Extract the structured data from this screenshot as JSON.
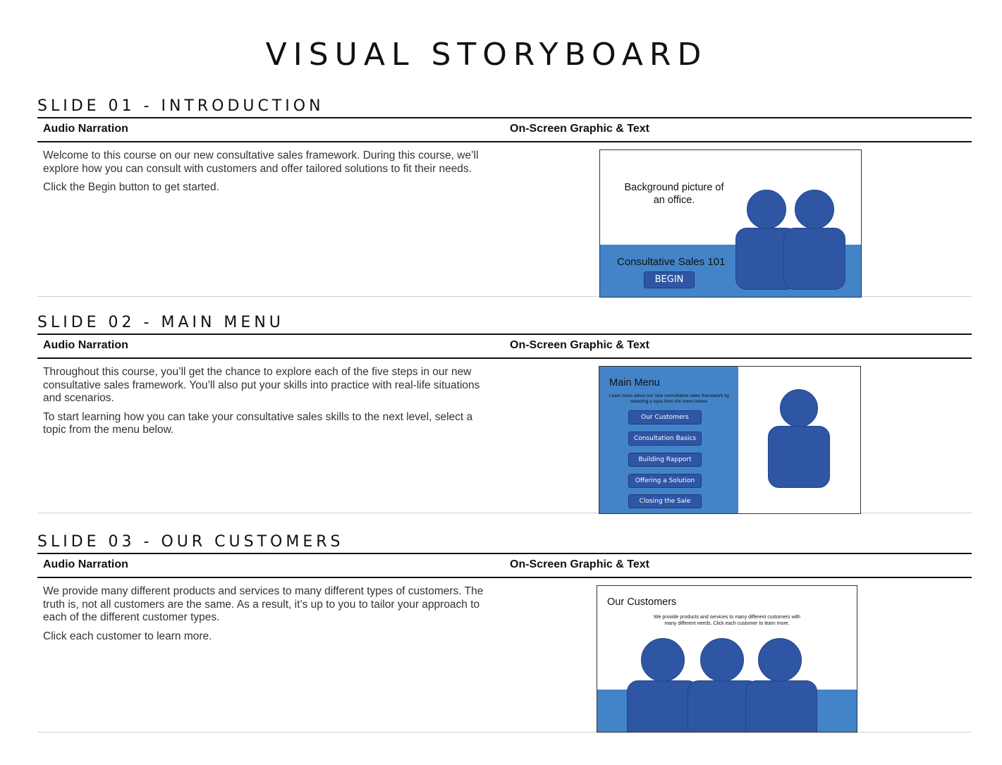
{
  "title": "VISUAL STORYBOARD",
  "colors": {
    "accent_band": "#4384c9",
    "figure_fill": "#2e56a4"
  },
  "slides": [
    {
      "heading": "SLIDE 01 - INTRODUCTION",
      "col_left": "Audio Narration",
      "col_right": "On-Screen Graphic & Text",
      "narration": [
        "Welcome to this course on our new consultative sales framework. During this course, we’ll explore how you can consult with customers and offer tailored solutions to fit their needs.",
        "Click the Begin button to get started."
      ],
      "mockup": {
        "bg_note": "Background picture of an office.",
        "course_title": "Consultative Sales 101",
        "begin_label": "BEGIN"
      }
    },
    {
      "heading": "SLIDE 02 - MAIN MENU",
      "col_left": "Audio Narration",
      "col_right": "On-Screen Graphic & Text",
      "narration": [
        "Throughout this course, you’ll get the chance to explore each of the five steps in our new consultative sales framework. You’ll also put your skills into practice with real-life situations and scenarios.",
        "To start learning how you can take your consultative sales skills to the next level, select a topic from the menu below."
      ],
      "mockup": {
        "menu_title": "Main Menu",
        "menu_text": "Learn more about our new consultative sales framework by selecting a topic from the menu below.",
        "menu_items": [
          "Our Customers",
          "Consultation Basics",
          "Building Rapport",
          "Offering a Solution",
          "Closing the Sale"
        ]
      }
    },
    {
      "heading": "SLIDE 03 - OUR CUSTOMERS",
      "col_left": "Audio Narration",
      "col_right": "On-Screen Graphic & Text",
      "narration": [
        "We provide many different products and services to many different types of customers. The truth is, not all customers are the same. As a result, it’s up to you to tailor your approach to each of the different customer types.",
        "Click each customer to learn more."
      ],
      "mockup": {
        "screen_title": "Our Customers",
        "screen_text": "We provide products and services to many different customers with many different needs. Click each customer to learn more."
      }
    }
  ]
}
